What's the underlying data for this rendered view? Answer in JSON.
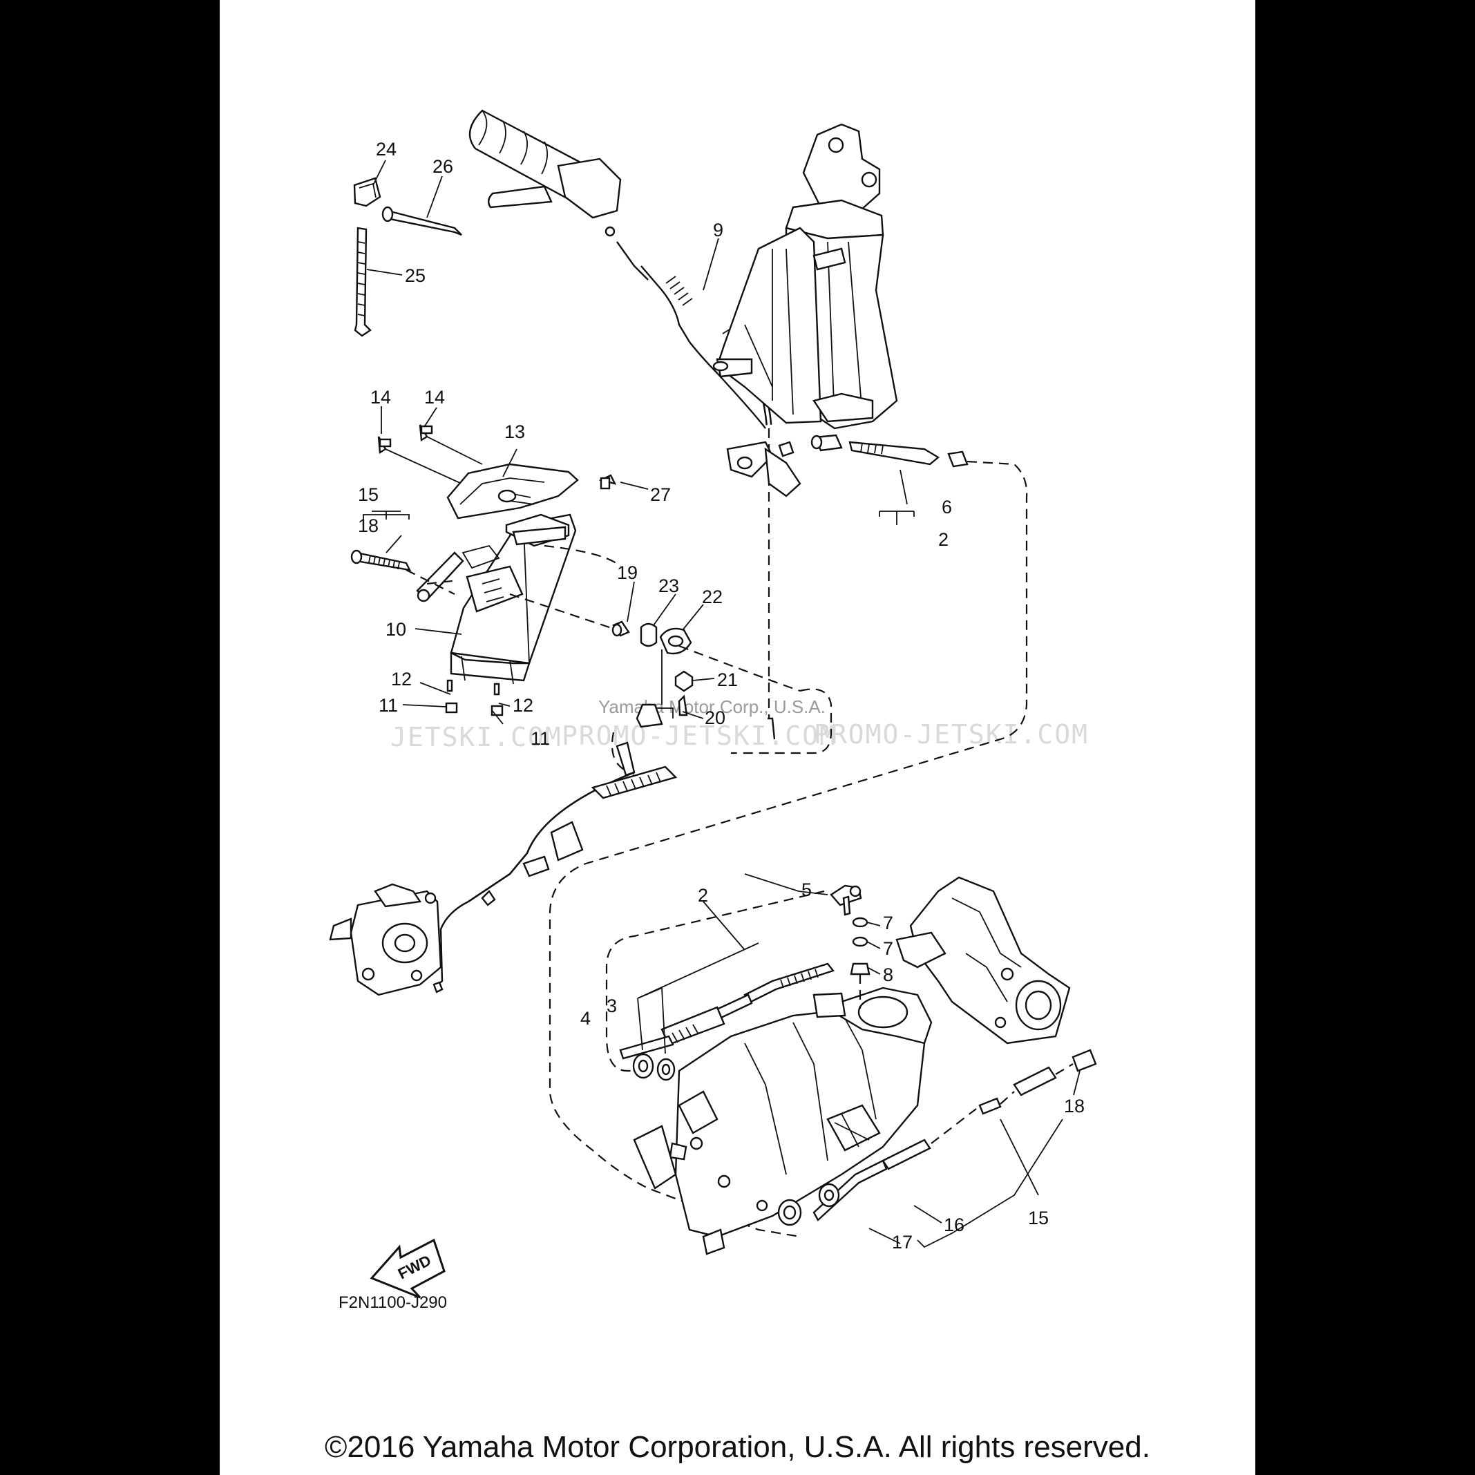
{
  "diagram": {
    "code": "F2N1100-J290",
    "fwd_label": "FWD",
    "watermark_left": "JETSKI.COM",
    "watermark_mid": "PROMO-JETSKI.COM",
    "watermark_right": "PROMO-JETSKI.COM",
    "watermark_small": "Yamaha Motor Corp., U.S.A.",
    "callouts": {
      "c24": "24",
      "c26": "26",
      "c25": "25",
      "c9": "9",
      "c14a": "14",
      "c14b": "14",
      "c13": "13",
      "c15a": "15",
      "c18a": "18",
      "c27": "27",
      "c19": "19",
      "c23": "23",
      "c22": "22",
      "c10": "10",
      "c21": "21",
      "c12a": "12",
      "c11a": "11",
      "c12b": "12",
      "c11b": "11",
      "c20": "20",
      "c6": "6",
      "c2a": "2",
      "c5": "5",
      "c2b": "2",
      "c7a": "7",
      "c7b": "7",
      "c8": "8",
      "c4": "4",
      "c3": "3",
      "c18b": "18",
      "c15b": "15",
      "c16": "16",
      "c17": "17"
    }
  },
  "footer": {
    "copyright": "©2016 Yamaha Motor Corporation, U.S.A. All rights reserved."
  }
}
